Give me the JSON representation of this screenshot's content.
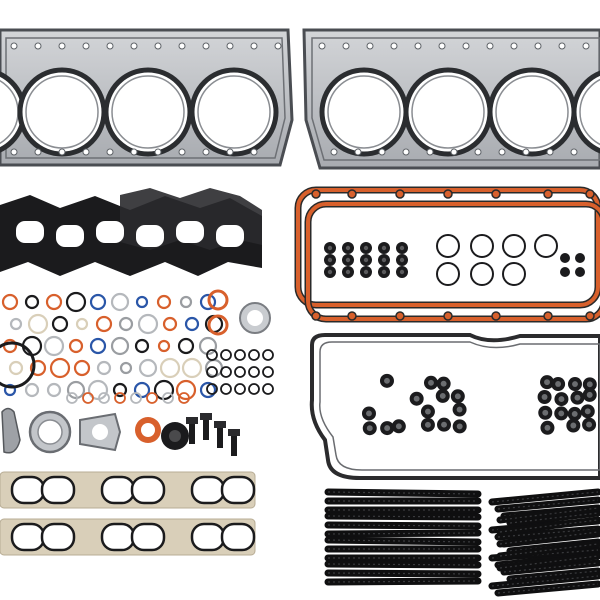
{
  "scene": {
    "description_free": true,
    "colors": {
      "background": "#ffffff",
      "steel": "#b9bcc0",
      "steel_dark": "#5d6166",
      "gasket_black": "#1b1b1d",
      "orange": "#d8602c",
      "blue": "#2a56a8",
      "white_ring": "#f2f2f2",
      "grey_ring": "#9a9da1",
      "tan": "#d9cfb9"
    },
    "components": [
      {
        "id": "head-gasket-left",
        "icon": "head-gasket"
      },
      {
        "id": "head-gasket-right",
        "icon": "head-gasket"
      },
      {
        "id": "exhaust-manifold-gaskets",
        "icon": "manifold-gasket"
      },
      {
        "id": "valve-cover-gaskets-orange",
        "icon": "valve-cover-gasket"
      },
      {
        "id": "o-ring-assortment",
        "icon": "o-ring"
      },
      {
        "id": "valve-stem-seals",
        "icon": "stem-seal"
      },
      {
        "id": "upper-valve-cover-gasket",
        "icon": "rubber-gasket"
      },
      {
        "id": "washer-set-left",
        "icon": "washer"
      },
      {
        "id": "washer-set-right",
        "icon": "washer"
      },
      {
        "id": "intake-gaskets",
        "icon": "intake-gasket"
      },
      {
        "id": "head-studs-left",
        "icon": "stud"
      },
      {
        "id": "head-studs-right",
        "icon": "stud"
      },
      {
        "id": "egr-gaskets",
        "icon": "egr-gasket"
      },
      {
        "id": "bolts",
        "icon": "bolt"
      }
    ]
  }
}
